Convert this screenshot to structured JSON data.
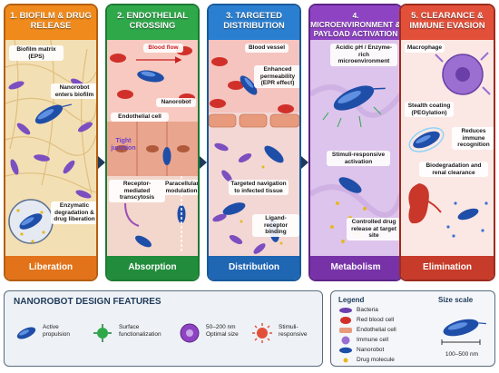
{
  "panels": [
    {
      "title": "1. BIOFILM & DRUG RELEASE",
      "footer": "Liberation",
      "color": "#f08a1c",
      "footer_color": "#e2731a",
      "labels": {
        "matrix": "Biofilm matrix (EPS)",
        "enters": "Nanorobot enters biofilm",
        "degradation": "Enzymatic degradation & drug liberation"
      }
    },
    {
      "title": "2. ENDOTHELIAL CROSSING",
      "footer": "Absorption",
      "color": "#2fa84a",
      "footer_color": "#218c3b",
      "labels": {
        "blood_flow": "Blood flow",
        "nanorobot": "Nanorobot",
        "endothelial": "Endothelial cell",
        "tight": "Tight junction",
        "receptor": "Receptor-mediated transcytosis",
        "paracellular": "Paracellular modulation"
      }
    },
    {
      "title": "3. TARGETED DISTRIBUTION",
      "footer": "Distribution",
      "color": "#2b7fd0",
      "footer_color": "#1f66b3",
      "labels": {
        "vessel": "Blood vessel",
        "epr": "Enhanced permeability (EPR effect)",
        "targeted": "Targeted navigation to infected tissue",
        "ligand": "Ligand-receptor binding"
      }
    },
    {
      "title": "4. MICROENVIRONMENT & PAYLOAD ACTIVATION",
      "footer": "Metabolism",
      "color": "#8e44c2",
      "footer_color": "#7732a8",
      "labels": {
        "acidic": "Acidic pH / Enzyme-rich microenvironment",
        "stimuli": "Stimuli-responsive activation",
        "controlled": "Controlled drug release at target site"
      }
    },
    {
      "title": "5. CLEARANCE & IMMUNE EVASION",
      "footer": "Elimination",
      "color": "#e2503a",
      "footer_color": "#c73b2a",
      "labels": {
        "macrophage": "Macrophage",
        "stealth": "Stealth coating (PEGylation)",
        "reduces": "Reduces immune recognition",
        "biodeg": "Biodegradation and renal clearance"
      }
    }
  ],
  "features": {
    "title": "NANOROBOT DESIGN FEATURES",
    "items": [
      {
        "label": "Active propulsion"
      },
      {
        "label": "Surface functionalization"
      },
      {
        "label": "50–200 nm Optimal size"
      },
      {
        "label": "Stimuli-responsive"
      }
    ]
  },
  "legend": {
    "title": "Legend",
    "items": [
      {
        "label": "Bacteria",
        "color": "#6a3fb0"
      },
      {
        "label": "Red blood cell",
        "color": "#d1302a"
      },
      {
        "label": "Endothelial cell",
        "color": "#e89a7c"
      },
      {
        "label": "Immune cell",
        "color": "#9b6fd1"
      },
      {
        "label": "Nanorobot",
        "color": "#1f4ea8"
      },
      {
        "label": "Drug molecule",
        "color": "#e6b820"
      }
    ],
    "scale_title": "Size scale",
    "scale_label": "100–500 nm"
  }
}
